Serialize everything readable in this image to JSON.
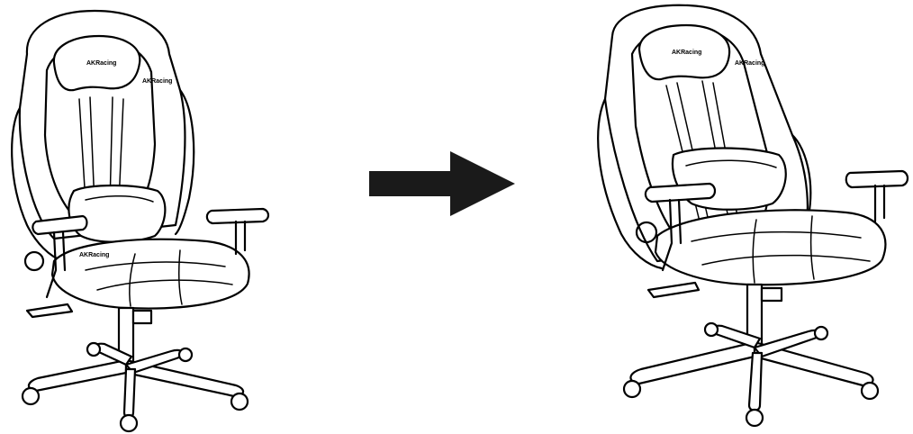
{
  "diagram": {
    "left_state": {
      "icon": "gaming-chair-upright"
    },
    "arrow": {
      "icon": "arrow-right-icon",
      "color": "#1a1a1a"
    },
    "right_state": {
      "icon": "gaming-chair-reclined"
    },
    "logo_text": "AKRacing"
  }
}
